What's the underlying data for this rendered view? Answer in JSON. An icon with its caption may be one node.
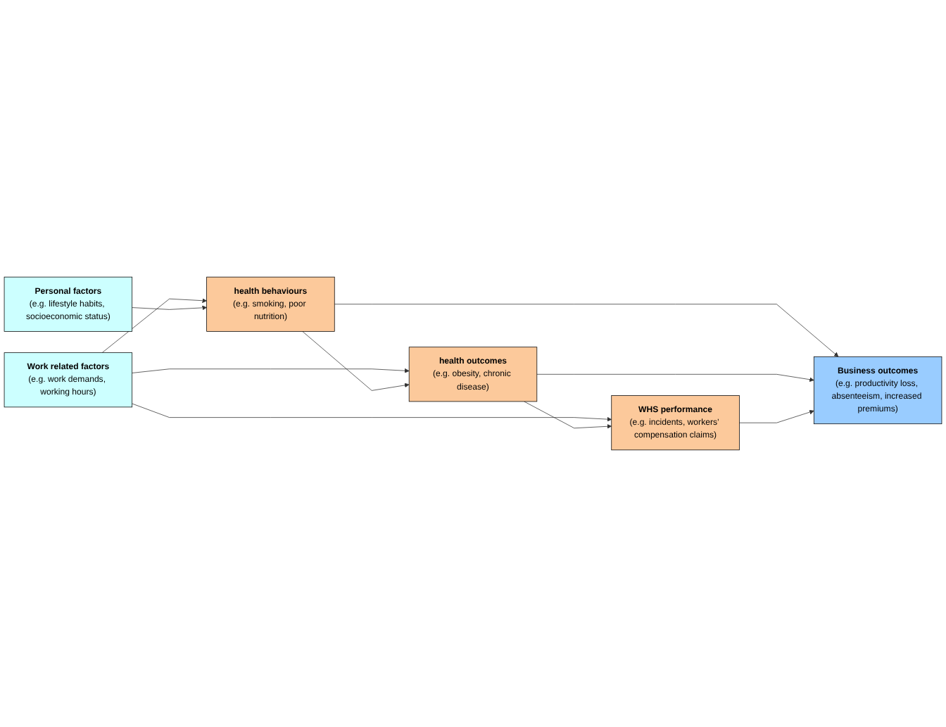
{
  "diagram": {
    "nodes": [
      {
        "text": [
          "Work related factors",
          "(e.g. work demands, working hours)"
        ]
      },
      {
        "text": [
          "Personal factors",
          "(e.g. lifestyle habits, socioeconomic status)"
        ]
      },
      {
        "text": [
          "health behaviours",
          "(e.g. smoking, poor nutrition)"
        ]
      },
      {
        "text": [
          "health outcomes",
          "(e.g. obesity, chronic disease)"
        ]
      },
      {
        "text": [
          "WHS performance",
          "(e.g. incidents, workers’ compensation claims)"
        ]
      },
      {
        "text": [
          "Business outcomes",
          "(e.g. productivity loss, absenteeism, increased premiums)"
        ]
      }
    ],
    "edges": [
      {
        "from": 0,
        "to": 2,
        "arrow": "to"
      },
      {
        "from": 0,
        "to": 3,
        "arrow": "to"
      },
      {
        "from": 0,
        "to": 4,
        "arrow": "to"
      },
      {
        "from": 1,
        "to": 2,
        "arrow": "to"
      },
      {
        "from": 2,
        "to": 3,
        "arrow": "to"
      },
      {
        "from": 3,
        "to": 4,
        "arrow": "to"
      },
      {
        "from": 2,
        "to": 5,
        "arrow": "to"
      },
      {
        "from": 3,
        "to": 5,
        "arrow": "to"
      },
      {
        "from": 4,
        "to": 5,
        "arrow": "to"
      }
    ]
  }
}
